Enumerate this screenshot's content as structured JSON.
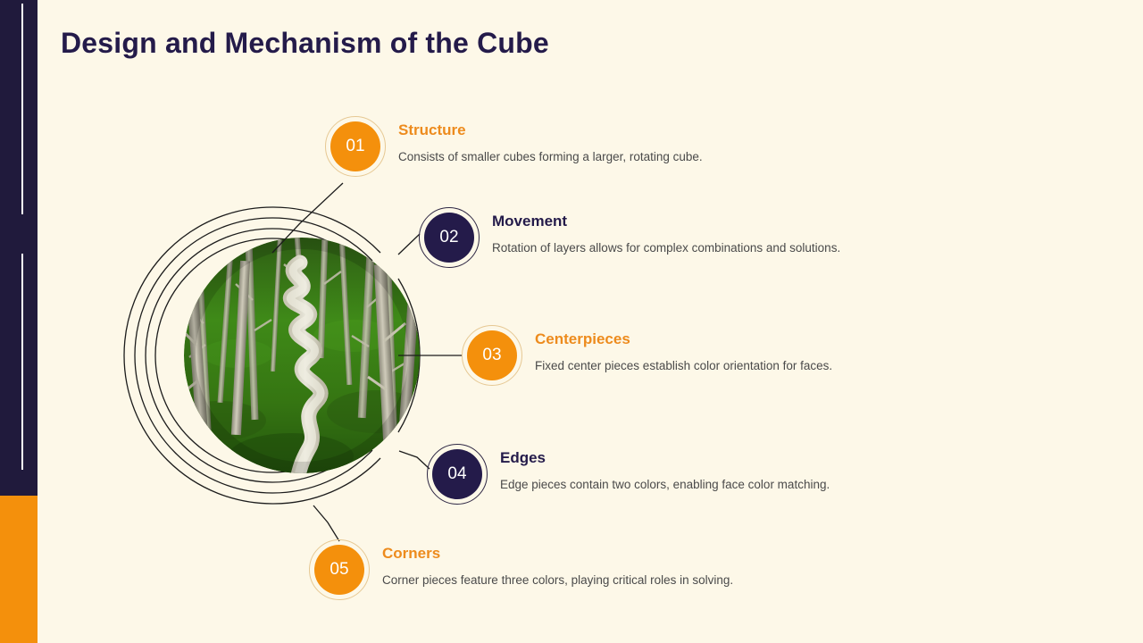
{
  "slide": {
    "title": "Design and Mechanism of the Cube",
    "background_color": "#FDF8E8"
  },
  "rail": {
    "dark_color": "#201A3C",
    "orange_color": "#F4900C",
    "line_color": "#FFFFFF"
  },
  "center_graphic": {
    "name": "winding stone path through mossy forest",
    "ring_count": 4,
    "ring_color": "#1C1C1C"
  },
  "steps": [
    {
      "number": "01",
      "title": "Structure",
      "desc": "Consists of smaller cubes forming a larger, rotating cube.",
      "accent": "#F4900C",
      "style": "orange"
    },
    {
      "number": "02",
      "title": "Movement",
      "desc": "Rotation of layers allows for complex combinations and solutions.",
      "accent": "#241B4A",
      "style": "navy"
    },
    {
      "number": "03",
      "title": "Centerpieces",
      "desc": "Fixed center pieces establish color orientation for faces.",
      "accent": "#F4900C",
      "style": "orange"
    },
    {
      "number": "04",
      "title": "Edges",
      "desc": "Edge pieces contain two colors, enabling face color matching.",
      "accent": "#241B4A",
      "style": "navy"
    },
    {
      "number": "05",
      "title": "Corners",
      "desc": "Corner pieces feature three colors, playing critical roles in solving.",
      "accent": "#F4900C",
      "style": "orange"
    }
  ]
}
